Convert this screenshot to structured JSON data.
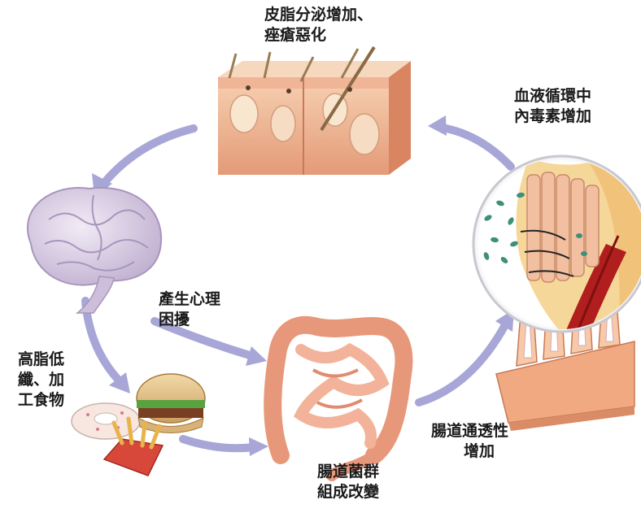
{
  "labels": {
    "skin": {
      "line1": "皮脂分泌增加、",
      "line2": "痤瘡惡化"
    },
    "toxins": {
      "line1": "血液循環中",
      "line2": "內毒素增加"
    },
    "stress": {
      "line1": "產生心理",
      "line2": "困擾"
    },
    "diet": {
      "line1": "高脂低",
      "line2": "纖、加",
      "line3": "工食物"
    },
    "microbiome": {
      "line1": "腸道菌群",
      "line2": "組成改變"
    },
    "permeability": {
      "line1": "腸道通透性",
      "line2": "增加"
    }
  },
  "colors": {
    "arrow": "#a7a6d6",
    "skin_top": "#f3c8a4",
    "skin_side": "#e39a78",
    "brain": "#d9cde4",
    "intestine": "#f0a98a",
    "vessel": "#b01e1e",
    "bacteria": "#3e8f7a"
  }
}
